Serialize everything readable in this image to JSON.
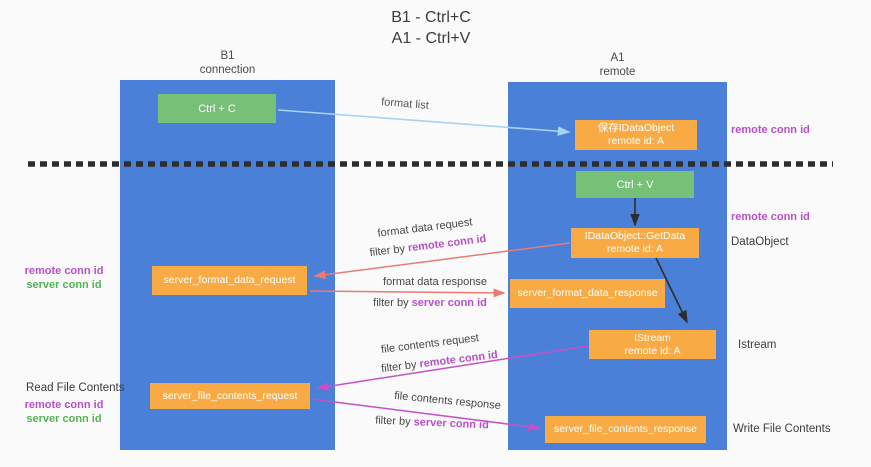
{
  "title": {
    "line1": "B1 - Ctrl+C",
    "line2": "A1 - Ctrl+V"
  },
  "columns": {
    "b1": {
      "name": "B1",
      "subtitle": "connection"
    },
    "a1": {
      "name": "A1",
      "subtitle": "remote"
    }
  },
  "boxes": {
    "ctrl_c": {
      "label": "Ctrl + C"
    },
    "ctrl_v": {
      "label": "Ctrl + V"
    },
    "save_idataobject": {
      "line1": "保存IDataObject",
      "line2": "remote id: A"
    },
    "getdata": {
      "line1": "IDataObject::GetData",
      "line2": "remote id: A"
    },
    "istream": {
      "line1": "IStream",
      "line2": "remote id: A"
    },
    "format_request": {
      "label": "server_format_data_request"
    },
    "format_response": {
      "label": "server_format_data_response"
    },
    "file_request": {
      "label": "server_file_contents_request"
    },
    "file_response": {
      "label": "server_file_contents_response"
    }
  },
  "flow_labels": {
    "format_list": "format list",
    "format_data_request": "format data request",
    "format_data_response": "format data response",
    "file_contents_request": "file contents request",
    "file_contents_response": "file contents response",
    "filter_by": "filter by ",
    "remote_conn_id": "remote conn id",
    "server_conn_id": "server conn id"
  },
  "side_labels": {
    "left": {
      "remote_conn_id": "remote conn id",
      "server_conn_id": "server conn id",
      "read_file_contents": "Read File Contents"
    },
    "right": {
      "remote_conn_id_top": "remote conn id",
      "remote_conn_id_mid": "remote conn id",
      "dataobject": "DataObject",
      "istream": "Istream",
      "write_file_contents": "Write File Contents"
    }
  },
  "colors": {
    "page_bg": "#fafafa",
    "column_blue": "#4a80d8",
    "box_orange": "#f8ab44",
    "box_green": "#76c077",
    "purple": "#b750c8",
    "green_label": "#55b155",
    "red_line": "#e87b76",
    "magenta_line": "#c352c8",
    "light_blue_line": "#a7d3f2",
    "dashed_line": "#2c2c2c"
  }
}
